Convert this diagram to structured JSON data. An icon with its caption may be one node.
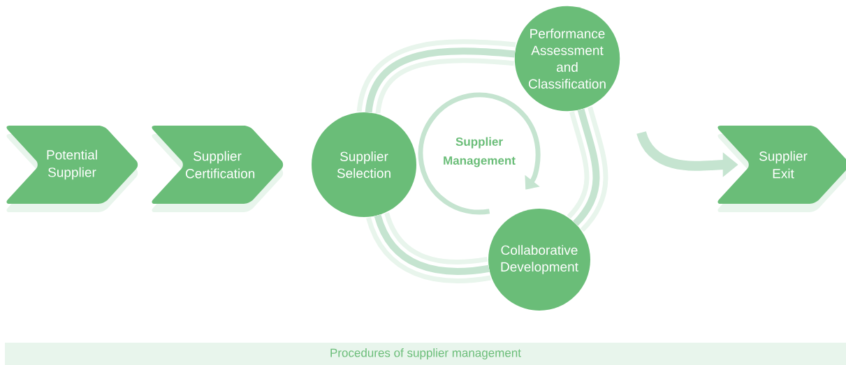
{
  "diagram": {
    "caption": "Procedures of supplier management",
    "nodes": [
      {
        "text": [
          "Potential Supplier"
        ]
      },
      {
        "text": [
          "Supplier Certification"
        ]
      },
      {
        "text": [
          "Supplier Selection"
        ]
      },
      {
        "text": [
          "Performance Assessment and Classification"
        ]
      },
      {
        "text": [
          "Collaborative Development"
        ]
      },
      {
        "text": [
          "Supplier Management"
        ]
      },
      {
        "text": [
          "Supplier Exit"
        ]
      }
    ],
    "edges": [
      {
        "from": 2,
        "to": 3,
        "arrow": "none"
      },
      {
        "from": 3,
        "to": 4,
        "arrow": "none"
      },
      {
        "from": 4,
        "to": 2,
        "arrow": "none"
      },
      {
        "from": null,
        "to": 6,
        "arrow": "to"
      }
    ]
  }
}
